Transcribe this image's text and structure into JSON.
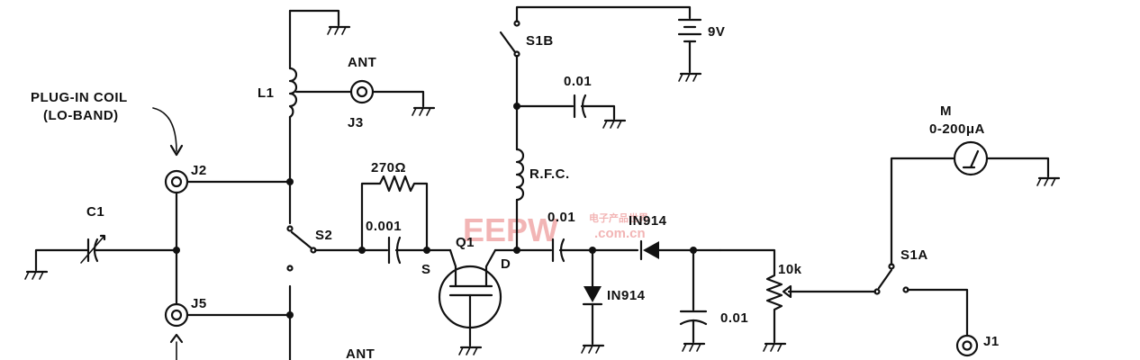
{
  "labels": {
    "plugin_coil_line1": "PLUG-IN COIL",
    "plugin_coil_line2": "(LO-BAND)",
    "c1": "C1",
    "j2": "J2",
    "j5": "J5",
    "l1": "L1",
    "ant_top": "ANT",
    "ant_bottom": "ANT",
    "j3": "J3",
    "s2": "S2",
    "r270": "270Ω",
    "c0001": "0.001",
    "q1": "Q1",
    "s_pin": "S",
    "d_pin": "D",
    "s1b": "S1B",
    "battery": "9V",
    "c001_top": "0.01",
    "rfc": "R.F.C.",
    "c001_mid": "0.01",
    "diode_series": "IN914",
    "diode_shunt": "IN914",
    "c001_bottom": "0.01",
    "pot": "10k",
    "meter_name": "M",
    "meter_range": "0-200μA",
    "s1a": "S1A",
    "j1": "J1"
  },
  "watermark": {
    "brand": "EEPW",
    "domain": ".com.cn",
    "cn": "电子产品世界",
    "color": "#e05050"
  }
}
